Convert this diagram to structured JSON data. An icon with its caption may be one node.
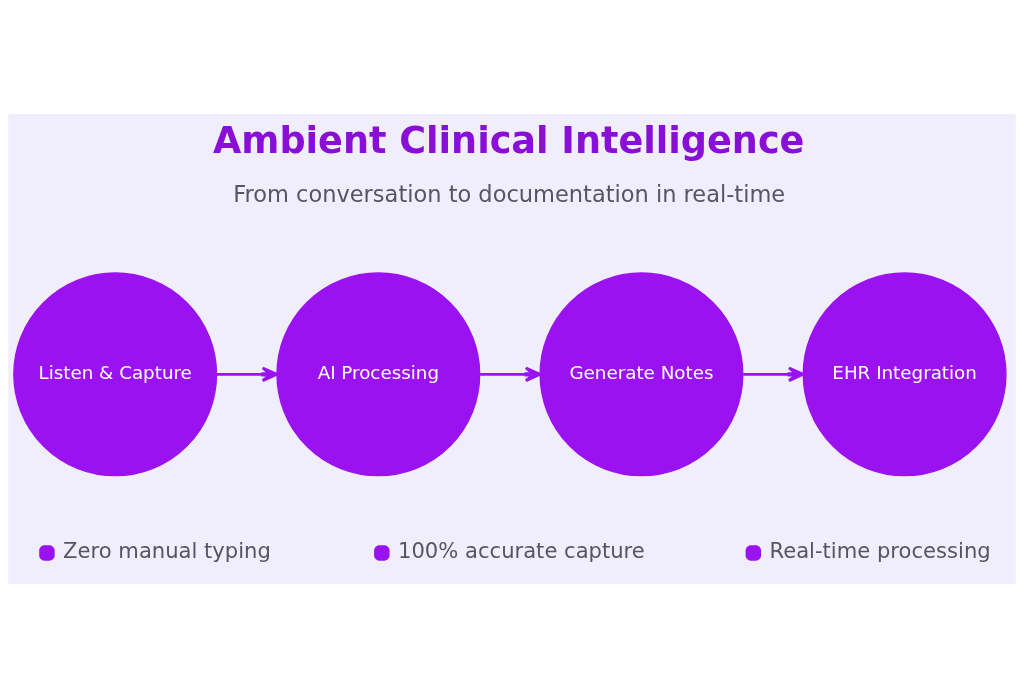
{
  "diagram": {
    "title": "Ambient Clinical Intelligence",
    "nodes": [
      {
        "text": [
          "Listen & Capture"
        ]
      },
      {
        "text": [
          "AI Processing"
        ]
      },
      {
        "text": [
          "Generate Notes"
        ]
      },
      {
        "text": [
          "EHR Integration"
        ]
      }
    ],
    "edges": [
      {
        "from": 0,
        "to": 1,
        "arrow": "to"
      },
      {
        "from": 1,
        "to": 2,
        "arrow": "to"
      },
      {
        "from": 2,
        "to": 3,
        "arrow": "to"
      }
    ],
    "labels": [
      "From conversation to documentation in real-time",
      "Zero manual typing",
      "100% accurate capture",
      "Real-time processing"
    ]
  }
}
